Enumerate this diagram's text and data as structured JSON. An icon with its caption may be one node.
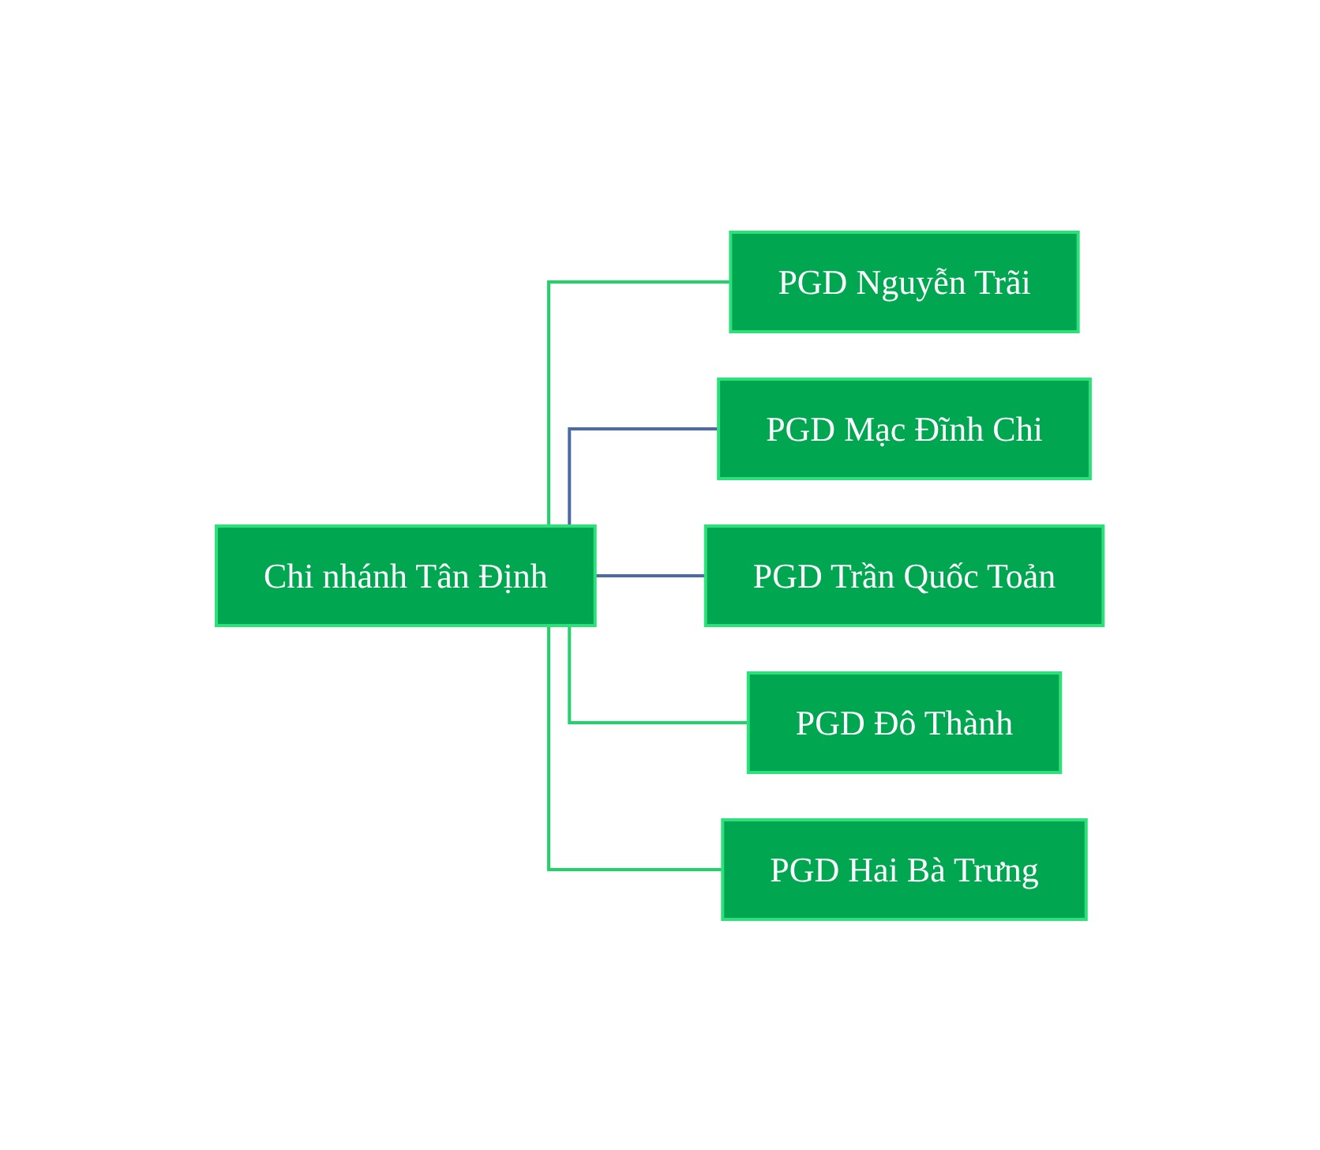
{
  "diagram": {
    "nodes": [
      {
        "text": [
          "Chi nhánh Tân Định"
        ]
      },
      {
        "text": [
          "PGD Nguyễn Trãi"
        ]
      },
      {
        "text": [
          "PGD Mạc Đĩnh Chi"
        ]
      },
      {
        "text": [
          "PGD Trần Quốc Toản"
        ]
      },
      {
        "text": [
          "PGD Đô Thành"
        ]
      },
      {
        "text": [
          "PGD Hai Bà Trưng"
        ]
      }
    ],
    "edges": [
      {
        "from": 0,
        "to": 1,
        "arrow": "none"
      },
      {
        "from": 0,
        "to": 2,
        "arrow": "none",
        "color": "#4a6aa8"
      },
      {
        "from": 0,
        "to": 3,
        "arrow": "none",
        "color": "#4a6aa8"
      },
      {
        "from": 0,
        "to": 4,
        "arrow": "none"
      },
      {
        "from": 0,
        "to": 5,
        "arrow": "none"
      }
    ]
  }
}
